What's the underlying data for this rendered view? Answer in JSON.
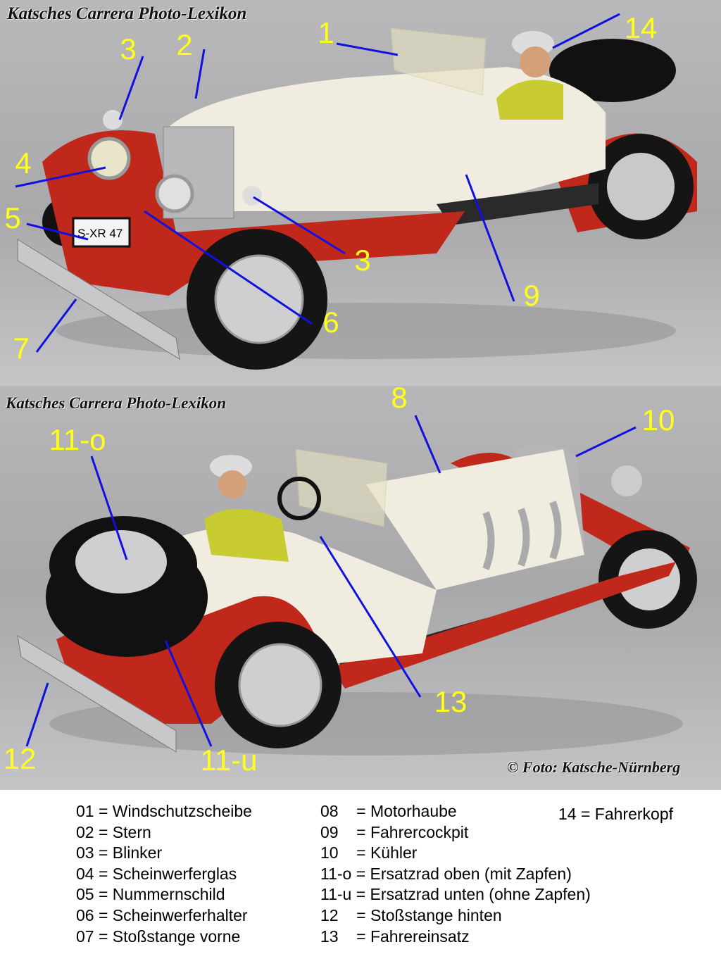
{
  "watermarks": {
    "top": "Katsches Carrera Photo-Lexikon",
    "bottom": "Katsches Carrera Photo-Lexikon",
    "copyright": "© Foto: Katsche-Nürnberg"
  },
  "colors": {
    "label": "#ffff1a",
    "arrow": "#1010e0",
    "body_red": "#c0281c",
    "body_white": "#f1ece0"
  },
  "top_labels": [
    "1",
    "2",
    "3",
    "4",
    "5",
    "6",
    "7",
    "3",
    "9",
    "14"
  ],
  "bottom_labels": [
    "8",
    "10",
    "11-o",
    "11-u",
    "12",
    "13"
  ],
  "legend": {
    "col1": [
      "01 = Windschutzscheibe",
      "02 = Stern",
      "03 = Blinker",
      "04 = Scheinwerferglas",
      "05 = Nummernschild",
      "06 = Scheinwerferhalter",
      "07 = Stoßstange vorne"
    ],
    "col2": [
      "08    = Motorhaube",
      "09    = Fahrercockpit",
      "10    = Kühler",
      "11-o = Ersatzrad oben (mit Zapfen)",
      "11-u = Ersatzrad unten (ohne Zapfen)",
      "12    = Stoßstange hinten",
      "13    = Fahrereinsatz"
    ],
    "col3": [
      "14 = Fahrerkopf"
    ]
  },
  "plate_text": "S-XR 47"
}
